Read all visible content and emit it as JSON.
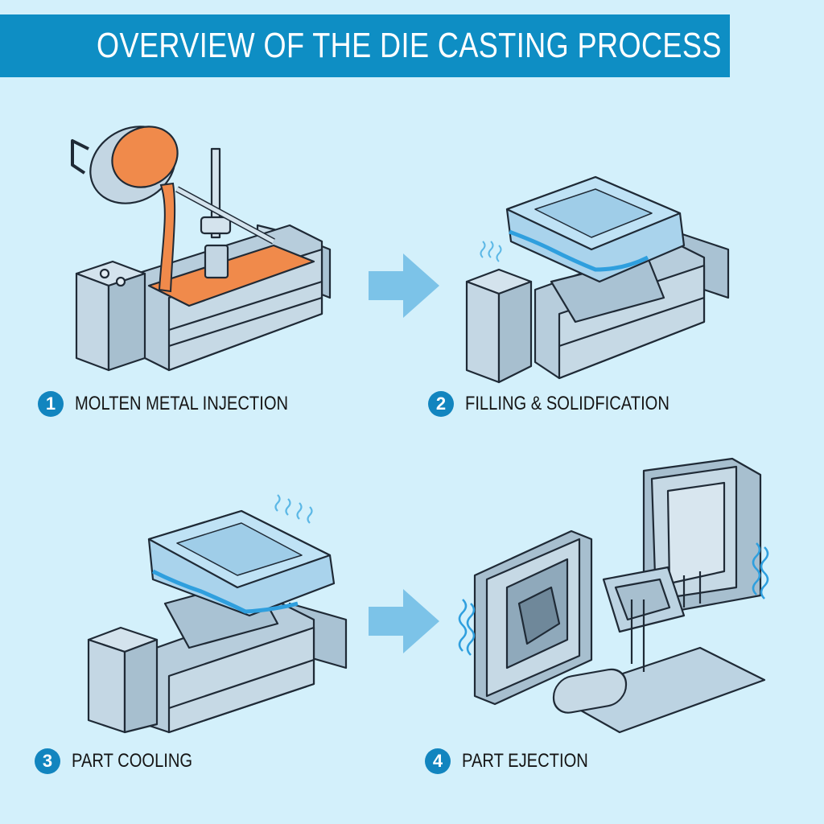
{
  "title": "OVERVIEW OF THE DIE CASTING PROCESS",
  "colors": {
    "background": "#d3f0fb",
    "title_bar": "#0e8ec4",
    "step_badge": "#1285bf",
    "arrow": "#7cc3e8",
    "molten_metal": "#f08a4b",
    "steel": "#bcd3e2",
    "cooling_blue": "#4fb3e6",
    "outline": "#1f2a36"
  },
  "steps": [
    {
      "number": "1",
      "label": "MOLTEN METAL INJECTION",
      "icon": "ladle-pouring-into-die-icon"
    },
    {
      "number": "2",
      "label": "FILLING & SOLIDFICATION",
      "icon": "die-closing-icon"
    },
    {
      "number": "3",
      "label": "PART COOLING",
      "icon": "die-cooling-icon"
    },
    {
      "number": "4",
      "label": "PART EJECTION",
      "icon": "part-ejection-icon"
    }
  ],
  "arrows": [
    {
      "from": "1",
      "to": "2",
      "icon": "arrow-right-icon"
    },
    {
      "from": "3",
      "to": "4",
      "icon": "arrow-right-icon"
    }
  ]
}
